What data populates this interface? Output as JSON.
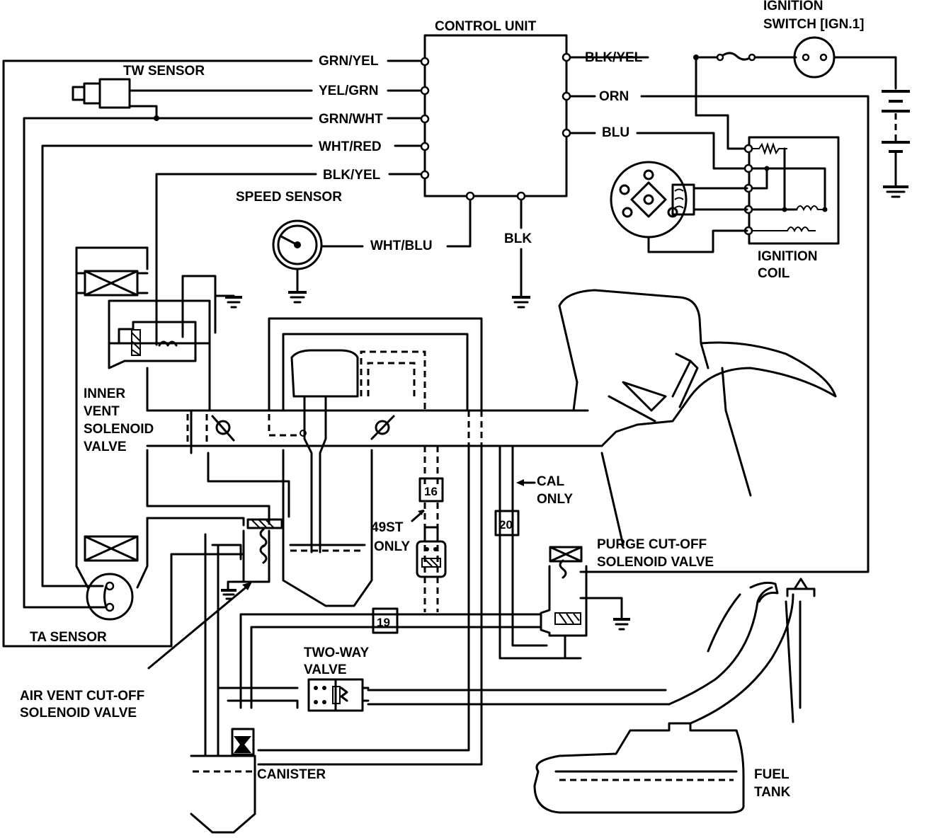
{
  "control_unit": {
    "title": "CONTROL UNIT",
    "left_pins": [
      "GRN/YEL",
      "YEL/GRN",
      "GRN/WHT",
      "WHT/RED",
      "BLK/YEL"
    ],
    "right_pins": [
      "BLK/YEL",
      "ORN",
      "BLU"
    ],
    "bottom_pins": [
      "WHT/BLU",
      "BLK"
    ]
  },
  "components": {
    "ignition_switch": [
      "IGNITION",
      "SWITCH [IGN.1]"
    ],
    "tw_sensor": "TW SENSOR",
    "speed_sensor": "SPEED SENSOR",
    "ignition_coil": [
      "IGNITION",
      "COIL"
    ],
    "inner_vent": [
      "INNER",
      "VENT",
      "SOLENOID",
      "VALVE"
    ],
    "cal_only": [
      "CAL",
      "ONLY"
    ],
    "st49_only": [
      "49ST",
      "ONLY"
    ],
    "purge_cutoff": [
      "PURGE CUT-OFF",
      "SOLENOID VALVE"
    ],
    "ta_sensor": "TA SENSOR",
    "air_vent": [
      "AIR VENT CUT-OFF",
      "SOLENOID VALVE"
    ],
    "two_way": [
      "TWO-WAY",
      "VALVE"
    ],
    "canister": "CANISTER",
    "fuel_tank": [
      "FUEL",
      "TANK"
    ]
  },
  "hose_numbers": [
    "16",
    "20",
    "19"
  ]
}
